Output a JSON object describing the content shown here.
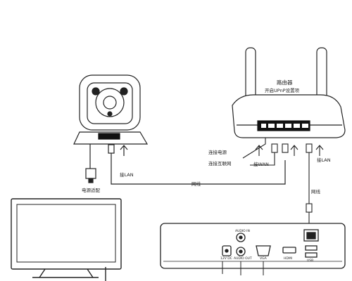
{
  "labels": {
    "router_title": "路由器",
    "router_subtitle": "开启UPnP设置项",
    "connect_power": "连接电源",
    "connect_internet": "连接互联网",
    "wan": "接WAN",
    "lan": "接LAN",
    "power_adapter": "电源适配",
    "network_cable_1": "网线",
    "network_cable_2": "网线",
    "port_lan": "接LAN",
    "nvr_audio_in": "AUDIO IN",
    "nvr_audio_out": "AUDIO OUT",
    "nvr_dc": "12V DC",
    "nvr_vga": "VGA",
    "nvr_hdmi": "HDMI",
    "nvr_usb": "USB"
  },
  "colors": {
    "line": "#1a1a1a",
    "outline": "#222222",
    "background": "#ffffff"
  },
  "icons": {
    "camera": "security-camera-icon",
    "router": "wifi-router-icon",
    "monitor": "monitor-icon",
    "nvr": "nvr-recorder-icon",
    "arrow": "arrow-up-icon",
    "plug": "power-plug-icon"
  }
}
